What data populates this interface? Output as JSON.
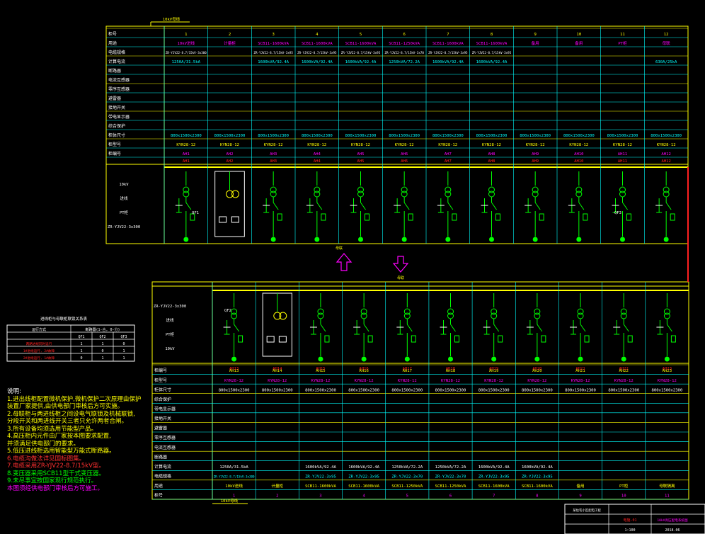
{
  "panel_top": {
    "bus_tag": "10kV母线",
    "cabinets": [
      {
        "no": "1",
        "name": "AH1",
        "model": "KYN28-12",
        "size": "800x1500x2300",
        "rating": "10kV进线",
        "cable": "ZR-YJV22-8.7/15kV-3x300",
        "ct": "1250A/31.5kA",
        "scheme": "incoming"
      },
      {
        "no": "2",
        "name": "AH2",
        "model": "KYN28-12",
        "size": "800x1500x2300",
        "rating": "计量柜",
        "cable": "",
        "ct": "",
        "scheme": "metering"
      },
      {
        "no": "3",
        "name": "AH3",
        "model": "KYN28-12",
        "size": "800x1500x2300",
        "rating": "SCB11-1600kVA",
        "cable": "ZR-YJV22-8.7/15kV-3x95",
        "ct": "1600kVA/92.4A",
        "scheme": "feeder"
      },
      {
        "no": "4",
        "name": "AH4",
        "model": "KYN28-12",
        "size": "800x1500x2300",
        "rating": "SCB11-1600kVA",
        "cable": "ZR-YJV22-8.7/15kV-3x95",
        "ct": "1600kVA/92.4A",
        "scheme": "feeder"
      },
      {
        "no": "5",
        "name": "AH5",
        "model": "KYN28-12",
        "size": "800x1500x2300",
        "rating": "SCB11-1600kVA",
        "cable": "ZR-YJV22-8.7/15kV-3x95",
        "ct": "1600kVA/92.4A",
        "scheme": "feeder"
      },
      {
        "no": "6",
        "name": "AH6",
        "model": "KYN28-12",
        "size": "800x1500x2300",
        "rating": "SCB11-1250kVA",
        "cable": "ZR-YJV22-8.7/15kV-3x70",
        "ct": "1250kVA/72.2A",
        "scheme": "feeder"
      },
      {
        "no": "7",
        "name": "AH7",
        "model": "KYN28-12",
        "size": "800x1500x2300",
        "rating": "SCB11-1600kVA",
        "cable": "ZR-YJV22-8.7/15kV-3x95",
        "ct": "1600kVA/92.4A",
        "scheme": "feeder"
      },
      {
        "no": "8",
        "name": "AH8",
        "model": "KYN28-12",
        "size": "800x1500x2300",
        "rating": "SCB11-1600kVA",
        "cable": "ZR-YJV22-8.7/15kV-3x95",
        "ct": "1600kVA/92.4A",
        "scheme": "feeder"
      },
      {
        "no": "9",
        "name": "AH9",
        "model": "KYN28-12",
        "size": "800x1500x2300",
        "rating": "备用",
        "cable": "",
        "ct": "",
        "scheme": "feeder"
      },
      {
        "no": "10",
        "name": "AH10",
        "model": "KYN28-12",
        "size": "800x1500x2300",
        "rating": "备用",
        "cable": "",
        "ct": "",
        "scheme": "feeder"
      },
      {
        "no": "11",
        "name": "AH11",
        "model": "KYN28-12",
        "size": "800x1500x2300",
        "rating": "PT柜",
        "cable": "",
        "ct": "",
        "scheme": "feeder"
      },
      {
        "no": "12",
        "name": "AH12",
        "model": "KYN28-12",
        "size": "800x1500x2300",
        "rating": "母联",
        "cable": "",
        "ct": "630A/25kA",
        "scheme": "tie"
      }
    ],
    "row_labels": [
      "柜号",
      "用途",
      "电缆规格",
      "计算电流",
      "断路器",
      "电流互感器",
      "零序互感器",
      "避雷器",
      "接地开关",
      "带电显示器",
      "综合保护",
      "柜体尺寸",
      "柜型号",
      "柜编号"
    ],
    "left_notes": [
      "10kV",
      "进线",
      "PT柜",
      "ZR-YJV22-3x300"
    ],
    "qf_label": "QF1",
    "qf2_label": "QF3"
  },
  "panel_bottom": {
    "bus_tag": "10kV母线",
    "cabinets": [
      {
        "no": "1",
        "name": "AH13",
        "model": "KYN28-12",
        "size": "800x1500x2300",
        "rating": "10kV进线",
        "cable": "ZR-YJV22-8.7/15kV-3x300",
        "ct": "1250A/31.5kA",
        "scheme": "incoming"
      },
      {
        "no": "2",
        "name": "AH14",
        "model": "KYN28-12",
        "size": "800x1500x2300",
        "rating": "计量柜",
        "cable": "",
        "ct": "",
        "scheme": "metering"
      },
      {
        "no": "3",
        "name": "AH15",
        "model": "KYN28-12",
        "size": "800x1500x2300",
        "rating": "SCB11-1600kVA",
        "cable": "ZR-YJV22-3x95",
        "ct": "1600kVA/92.4A",
        "scheme": "feeder"
      },
      {
        "no": "4",
        "name": "AH16",
        "model": "KYN28-12",
        "size": "800x1500x2300",
        "rating": "SCB11-1600kVA",
        "cable": "ZR-YJV22-3x95",
        "ct": "1600kVA/92.4A",
        "scheme": "feeder"
      },
      {
        "no": "5",
        "name": "AH17",
        "model": "KYN28-12",
        "size": "800x1500x2300",
        "rating": "SCB11-1250kVA",
        "cable": "ZR-YJV22-3x70",
        "ct": "1250kVA/72.2A",
        "scheme": "feeder"
      },
      {
        "no": "6",
        "name": "AH18",
        "model": "KYN28-12",
        "size": "800x1500x2300",
        "rating": "SCB11-1250kVA",
        "cable": "ZR-YJV22-3x70",
        "ct": "1250kVA/72.2A",
        "scheme": "feeder"
      },
      {
        "no": "7",
        "name": "AH19",
        "model": "KYN28-12",
        "size": "800x1500x2300",
        "rating": "SCB11-1600kVA",
        "cable": "ZR-YJV22-3x95",
        "ct": "1600kVA/92.4A",
        "scheme": "feeder"
      },
      {
        "no": "8",
        "name": "AH20",
        "model": "KYN28-12",
        "size": "800x1500x2300",
        "rating": "SCB11-1600kVA",
        "cable": "ZR-YJV22-3x95",
        "ct": "1600kVA/92.4A",
        "scheme": "feeder"
      },
      {
        "no": "9",
        "name": "AH21",
        "model": "KYN28-12",
        "size": "800x1500x2300",
        "rating": "备用",
        "cable": "",
        "ct": "",
        "scheme": "feeder"
      },
      {
        "no": "10",
        "name": "AH22",
        "model": "KYN28-12",
        "size": "800x1500x2300",
        "rating": "PT柜",
        "cable": "",
        "ct": "",
        "scheme": "feeder"
      },
      {
        "no": "11",
        "name": "AH23",
        "model": "KYN28-12",
        "size": "800x1500x2300",
        "rating": "母联隔离",
        "cable": "",
        "ct": "",
        "scheme": "feeder"
      }
    ],
    "row_labels": [
      "柜编号",
      "柜型号",
      "柜体尺寸",
      "综合保护",
      "带电显示器",
      "接地开关",
      "避雷器",
      "零序互感器",
      "电流互感器",
      "断路器",
      "计算电流",
      "电缆规格",
      "用途",
      "柜号"
    ],
    "left_notes": [
      "ZR-YJV22-3x300",
      "进线",
      "PT柜",
      "10kV"
    ],
    "qf_label": "QF2",
    "bottom_tag": "10kV母线"
  },
  "tie_arrows": {
    "up_label": "母联",
    "down_label": "母联"
  },
  "interlock_table": {
    "title": "进线柜与母联柜联锁关系表",
    "header": [
      "运行方式",
      "断路器(1-合, 0-分)"
    ],
    "sub_header": [
      "",
      "QF1",
      "QF2",
      "QF3"
    ],
    "rows": [
      [
        "两路进线同时运行",
        "1",
        "1",
        "0"
      ],
      [
        "1#进线运行, 2#故障",
        "1",
        "0",
        "1"
      ],
      [
        "2#进线运行, 1#故障",
        "0",
        "1",
        "1"
      ]
    ]
  },
  "notes": {
    "heading": "说明:",
    "yellow_lines": [
      "1.进出线柜配置微机保护,微机保护二次原理由保护",
      "装置厂家提供,由供电部门审核后方可实施。",
      "2.母联柜与两进线柜之间设电气联锁及机械联锁,",
      "分段开关和两进线开关三者只允许两者合闸。",
      "3.所有设备均须选用节能型产品。",
      "4.高压柜内元件由厂家按本图要求配置,",
      "并须满足供电部门的要求。",
      "5.低压进线柜选用智能型万能式断路器。"
    ],
    "red_lines": [
      "6.电缆沟做法详见国标图集。",
      "7.电缆采用ZR-YJV22-8.7/15kV型。"
    ],
    "green_lines": [
      "8.变压器采用SCB11型干式变压器。",
      "9.未尽事宜按国家现行规范执行。"
    ],
    "magenta_line": "本图须经供电部门审核后方可施工。"
  },
  "title_block": {
    "project": "某住宅小区配电工程",
    "drawing": "10kV高压配电系统图",
    "number": "电施-01",
    "scale": "1:100",
    "date": "2018.06"
  },
  "colors": {
    "frame": "#ffff00",
    "bus": "#ffff00",
    "green": "#00ff00",
    "cyan": "#00ffff",
    "red": "#ff2020",
    "magenta": "#ff00ff",
    "white": "#ffffff",
    "blue": "#4060ff"
  }
}
